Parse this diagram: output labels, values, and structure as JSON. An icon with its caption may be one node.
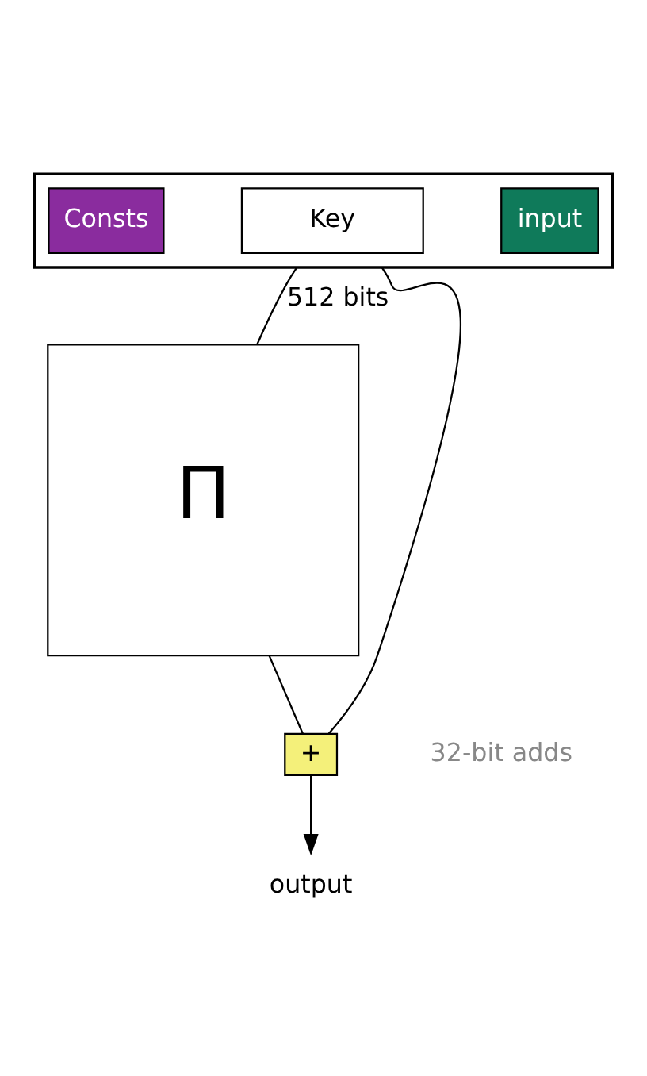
{
  "diagram": {
    "nodes": [
      {
        "text": [],
        "shape": "box"
      },
      {
        "text": [
          "Consts"
        ],
        "in": 0
      },
      {
        "text": [
          "Key"
        ],
        "in": 0
      },
      {
        "text": [
          "input"
        ],
        "in": 0
      },
      {
        "text": [
          "Π"
        ]
      },
      {
        "text": [
          "+"
        ],
        "beside": [
          "32-bit adds"
        ]
      },
      {
        "text": [
          "output"
        ]
      }
    ],
    "edges": [
      {
        "from": 0,
        "to": 4,
        "arrow": "none",
        "label": "512 bits"
      },
      {
        "from": 0,
        "to": 5,
        "arrow": "none"
      },
      {
        "from": 4,
        "to": 5,
        "arrow": "none"
      },
      {
        "from": 5,
        "to": 6,
        "arrow": "to"
      }
    ]
  }
}
